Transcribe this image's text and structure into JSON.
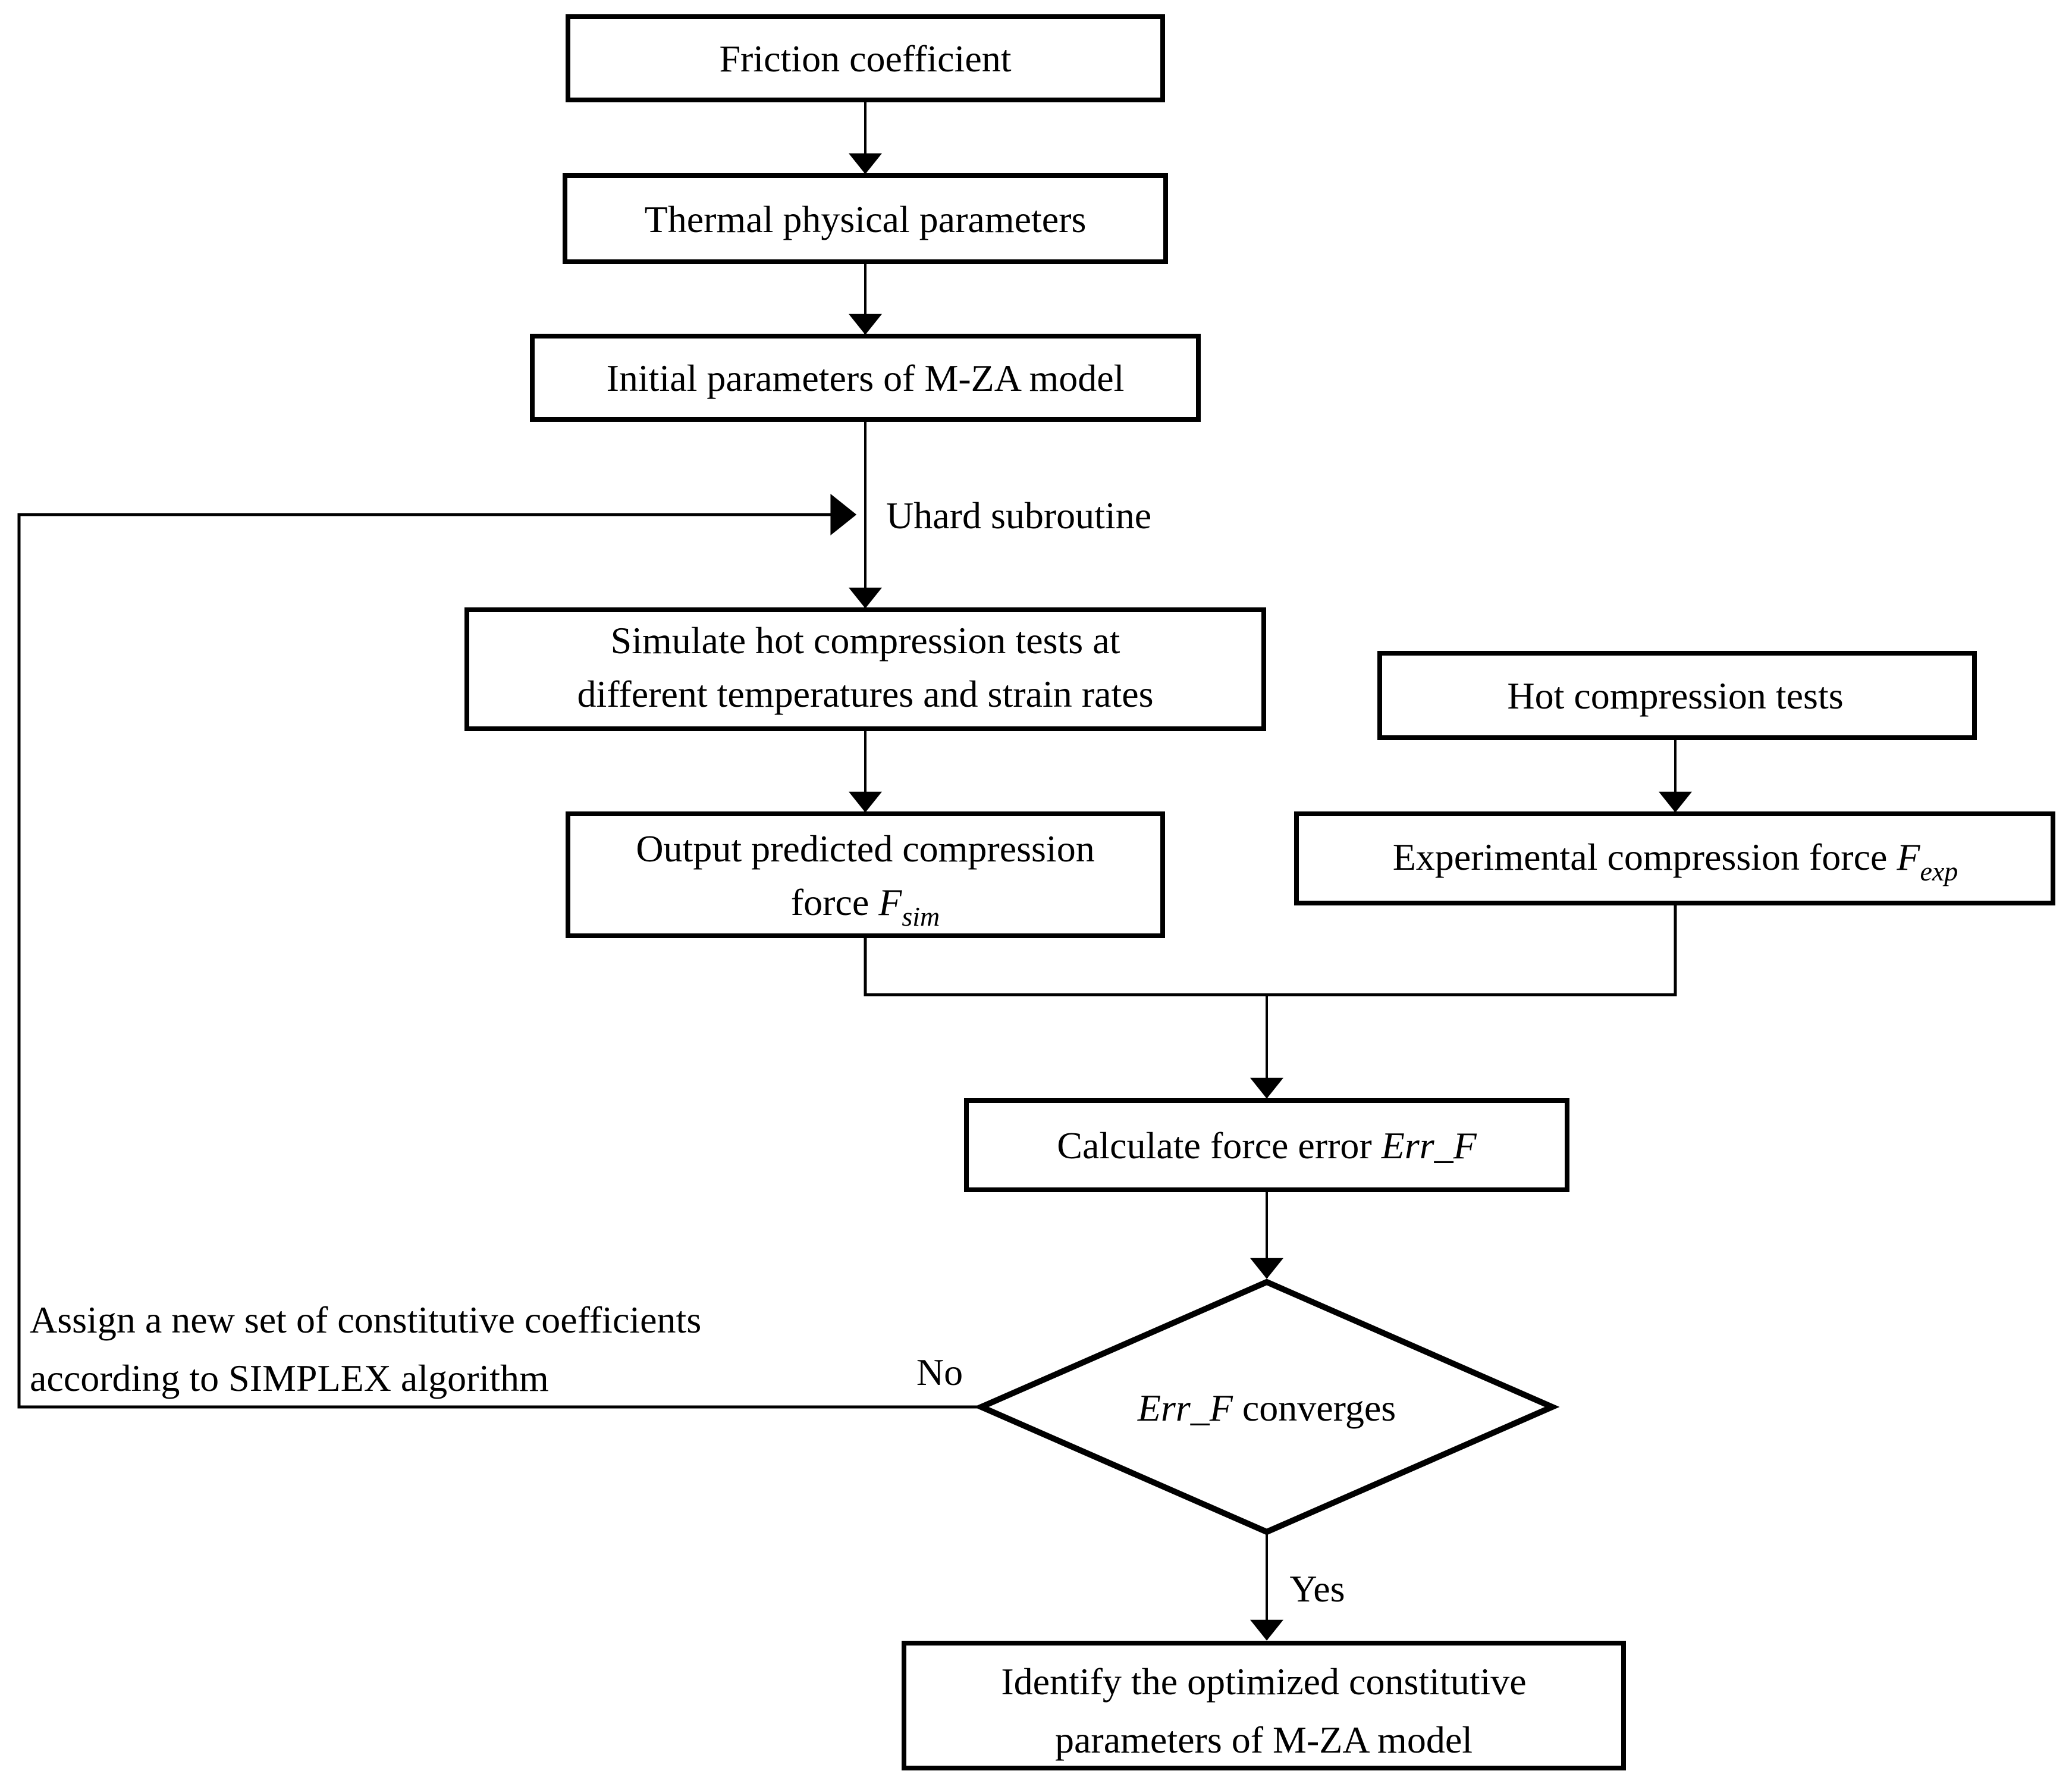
{
  "diagram": {
    "nodes": {
      "friction": {
        "label": "Friction coefficient"
      },
      "thermal": {
        "label": "Thermal physical parameters"
      },
      "initial_params": {
        "label": "Initial parameters of M-ZA model"
      },
      "uhard": {
        "label": "Uhard subroutine"
      },
      "simulate": {
        "line1": "Simulate hot compression tests at",
        "line2": "different temperatures and strain rates"
      },
      "output_force": {
        "line1": "Output predicted compression",
        "line2_prefix": "force ",
        "symbol": "F",
        "subscript": "sim"
      },
      "hot_tests": {
        "label": "Hot compression tests"
      },
      "exp_force": {
        "prefix": "Experimental compression force ",
        "symbol": "F",
        "subscript": "exp"
      },
      "calc_error": {
        "prefix": "Calculate force error ",
        "symbol": "Err_F"
      },
      "converges": {
        "symbol": "Err_F",
        "suffix": " converges"
      },
      "assign": {
        "line1": "Assign a new set of constitutive coefficients",
        "line2": "according to SIMPLEX algorithm"
      },
      "identify": {
        "line1": "Identify the optimized constitutive",
        "line2": "parameters of M-ZA model"
      }
    },
    "edge_labels": {
      "no": "No",
      "yes": "Yes"
    },
    "colors": {
      "line": "#000000",
      "text": "#000000",
      "background": "#ffffff",
      "node_fill": "#ffffff"
    }
  }
}
